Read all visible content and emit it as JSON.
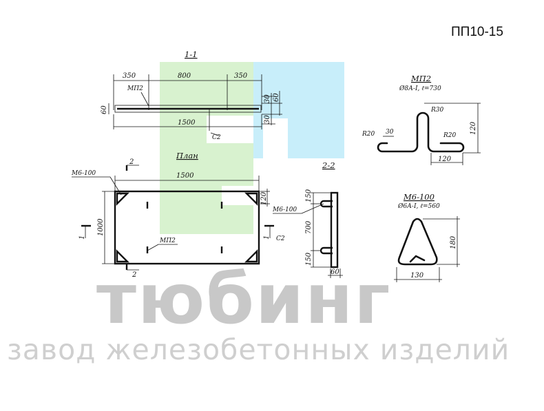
{
  "drawing": {
    "product_code": "ПП10-15",
    "section_1_1": {
      "title": "1-1",
      "dims_top": [
        "350",
        "800",
        "350"
      ],
      "width": "1500",
      "thickness": "60",
      "side_dims": [
        "30",
        "60",
        "30"
      ],
      "labels": {
        "mp2": "МП2",
        "c2": "С2"
      }
    },
    "plan": {
      "title": "План",
      "width": "1500",
      "height": "1000",
      "top_right_dim": "120",
      "labels": {
        "m6": "М6-100",
        "mp2": "МП2",
        "c2": "С2"
      },
      "section_marks": {
        "a": "2",
        "b": "1",
        "c": "2",
        "d": "1"
      }
    },
    "section_2_2": {
      "title": "2-2",
      "dims": [
        "150",
        "700",
        "150"
      ],
      "width": "60",
      "label": "М6-100"
    },
    "detail_mp2": {
      "title": "МП2",
      "spec": "Ø8А-I, ℓ=730",
      "dims": {
        "r30": "R30",
        "r20_left": "R20",
        "r20_right": "R20",
        "d30": "30",
        "d120_w": "120",
        "d120_h": "120"
      }
    },
    "detail_m6": {
      "title": "М6-100",
      "spec": "Ø6А-I, ℓ=560",
      "dims": {
        "height": "180",
        "width": "130"
      }
    }
  },
  "branding": {
    "name": "тюбинг",
    "tagline": "завод железобетонных изделий",
    "logo_colors": {
      "green": "#d8f2cf",
      "blue": "#c8eefa"
    }
  }
}
